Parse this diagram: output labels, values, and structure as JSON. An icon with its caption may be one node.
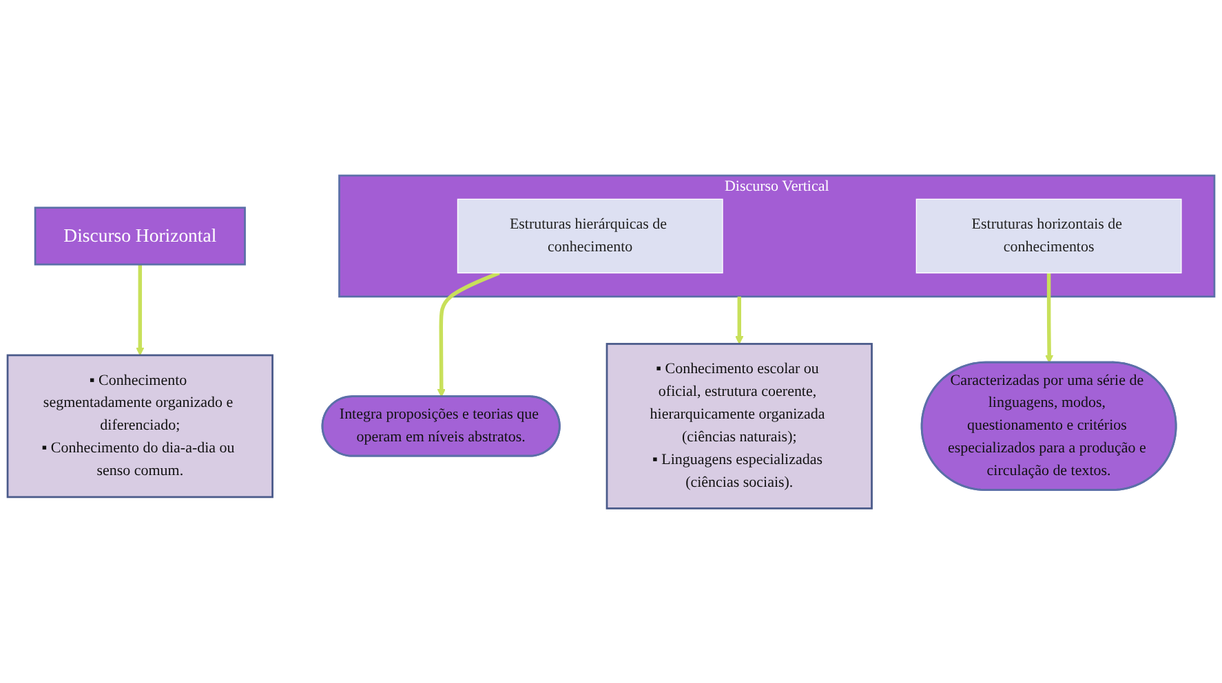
{
  "diagram": {
    "nodes": [
      {
        "text": [
          "Discurso Horizontal"
        ]
      },
      {
        "text": [
          "Discurso Vertical"
        ]
      },
      {
        "text": [
          "Estruturas hierárquicas de conhecimento"
        ],
        "in": 1
      },
      {
        "text": [
          "Estruturas horizontais de conhecimentos"
        ],
        "in": 1
      },
      {
        "text": [
          "▪ Conhecimento escolar ou oficial, estrutura coerente, hierarquicamente organizada (ciências naturais);",
          "▪ Linguagens especializadas (ciências sociais)."
        ]
      },
      {
        "text": [
          "▪ Conhecimento segmentadamente organizado e diferenciado;",
          "▪ Conhecimento do dia-a-dia ou senso comum."
        ]
      },
      {
        "text": [
          "Integra proposições e teorias que operam em níveis abstratos."
        ]
      },
      {
        "text": [
          "Caracterizadas por uma série de linguagens, modos, questionamento e critérios especializados para a produção e circulação de textos."
        ]
      }
    ],
    "edges": [
      {
        "from": 0,
        "to": 5,
        "arrow": "to"
      },
      {
        "from": 1,
        "to": 4,
        "arrow": "to"
      },
      {
        "from": 2,
        "to": 6,
        "arrow": "to"
      },
      {
        "from": 3,
        "to": 7,
        "arrow": "to"
      }
    ]
  }
}
